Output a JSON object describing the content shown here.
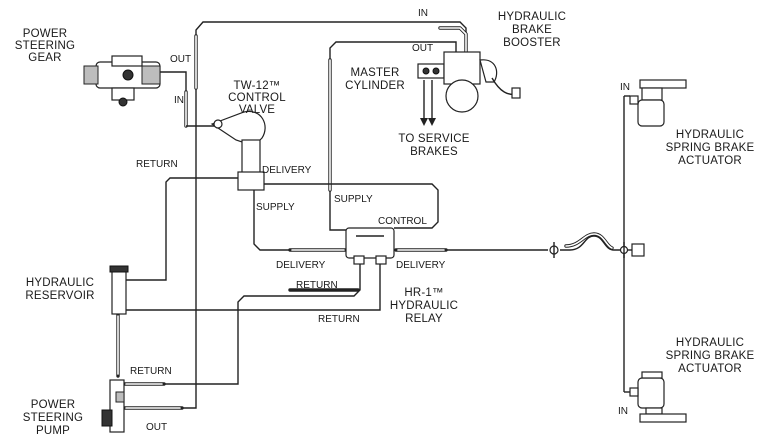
{
  "components": {
    "steering_gear": [
      "POWER",
      "STEERING",
      "GEAR"
    ],
    "control_valve": [
      "TW-12™",
      "CONTROL",
      "VALVE"
    ],
    "master_cylinder": [
      "MASTER",
      "CYLINDER"
    ],
    "service_brakes": [
      "TO SERVICE",
      "BRAKES"
    ],
    "brake_booster": [
      "HYDRAULIC",
      "BRAKE",
      "BOOSTER"
    ],
    "spring_actuator_top": [
      "HYDRAULIC",
      "SPRING BRAKE",
      "ACTUATOR"
    ],
    "spring_actuator_bottom": [
      "HYDRAULIC",
      "SPRING BRAKE",
      "ACTUATOR"
    ],
    "reservoir": [
      "HYDRAULIC",
      "RESERVOIR"
    ],
    "pump": [
      "POWER",
      "STEERING",
      "PUMP"
    ],
    "relay": [
      "HR-1™",
      "HYDRAULIC",
      "RELAY"
    ]
  },
  "ports": {
    "gear_out": "OUT",
    "gear_in": "IN",
    "booster_in": "IN",
    "booster_out": "OUT",
    "valve_return": "RETURN",
    "valve_delivery": "DELIVERY",
    "valve_supply": "SUPPLY",
    "relay_supply": "SUPPLY",
    "relay_control": "CONTROL",
    "relay_delivery_left": "DELIVERY",
    "relay_delivery_right": "DELIVERY",
    "relay_return_upper": "RETURN",
    "relay_return_lower": "RETURN",
    "pump_return": "RETURN",
    "pump_out": "OUT",
    "actuator_top_in": "IN",
    "actuator_bottom_in": "IN"
  }
}
